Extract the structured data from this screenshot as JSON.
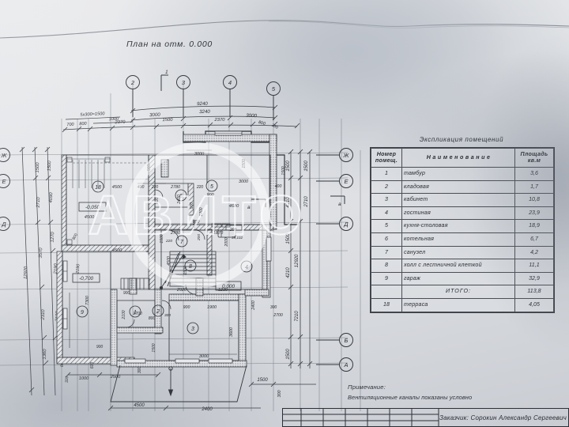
{
  "document": {
    "plan_title": "План на отм. 0.000",
    "watermark": "АВИТО"
  },
  "schedule": {
    "title": "Экспликация  помещений",
    "headers": {
      "number": "Номер помещ.",
      "number_line1": "Номер",
      "number_line2": "помещ.",
      "name": "Н а и м е н о в а н и е",
      "area_line1": "Площадь",
      "area_line2": "кв.м"
    },
    "rows": [
      {
        "num": "1",
        "name": "тамбур",
        "area": "3,6"
      },
      {
        "num": "2",
        "name": "кладовая",
        "area": "1,7"
      },
      {
        "num": "3",
        "name": "кабинет",
        "area": "10,8"
      },
      {
        "num": "4",
        "name": "гостиная",
        "area": "23,9"
      },
      {
        "num": "5",
        "name": "кухня-столовая",
        "area": "18,9"
      },
      {
        "num": "6",
        "name": "котельная",
        "area": "6,7"
      },
      {
        "num": "7",
        "name": "санузел",
        "area": "4,2"
      },
      {
        "num": "8",
        "name": "холл с лестничной клеткой",
        "area": "11,1"
      },
      {
        "num": "9",
        "name": "гараж",
        "area": "32,9"
      },
      {
        "num": "",
        "name": "ИТОГО:",
        "area": "113,8"
      },
      {
        "num": "18",
        "name": "терраса",
        "area": "4,05"
      }
    ]
  },
  "notes": {
    "label": "Примечание:",
    "text": "Вентиляционные каналы показаны условно"
  },
  "title_block": {
    "customer": "Заказчик: Сорокин Александр Сергеевич"
  },
  "plan": {
    "axes_top": [
      "2",
      "3",
      "4",
      "5"
    ],
    "axes_right": [
      "Ж",
      "Е",
      "Д",
      "Б",
      "А"
    ],
    "axes_left": [
      "Ж",
      "Е",
      "Д"
    ],
    "section_marks": [
      "1",
      "а",
      "а"
    ],
    "room_tags": [
      "18",
      "6",
      "5",
      "7",
      "8",
      "4",
      "1",
      "2",
      "3",
      "9"
    ],
    "elevations": [
      "-0,050",
      "0,000",
      "-0,700"
    ],
    "dims_top_chain1": [
      "9240"
    ],
    "dims_top_chain2": [
      "3000",
      "3240",
      "3000"
    ],
    "dims_top_chain3": [
      "700",
      "800",
      "2370",
      "1500",
      "2370",
      "800",
      "230"
    ],
    "dims_top_left": [
      "5x300=1500",
      "1000"
    ],
    "dims_right": [
      "1500",
      "2710",
      "4210",
      "1500",
      "4210",
      "7210",
      "12920",
      "1500"
    ],
    "dims_left": [
      "1500",
      "2710",
      "4090",
      "1270",
      "12920",
      "3570",
      "2190",
      "2310",
      "2190",
      "1360"
    ],
    "dims_bottom": [
      "1500",
      "300",
      "4500",
      "3000",
      "2400"
    ],
    "dims_interior": [
      "3000",
      "1500",
      "400",
      "220",
      "2780",
      "220",
      "900",
      "2400",
      "900",
      "1200",
      "900",
      "3000",
      "400",
      "4680",
      "1870",
      "200",
      "2000",
      "4500",
      "1500",
      "2780",
      "1500",
      "220",
      "200",
      "900",
      "2920",
      "1230",
      "1900",
      "3000",
      "3600",
      "1700",
      "800",
      "900",
      "7300",
      "2500",
      "1000",
      "2700",
      "300",
      "2400",
      "2100"
    ]
  }
}
